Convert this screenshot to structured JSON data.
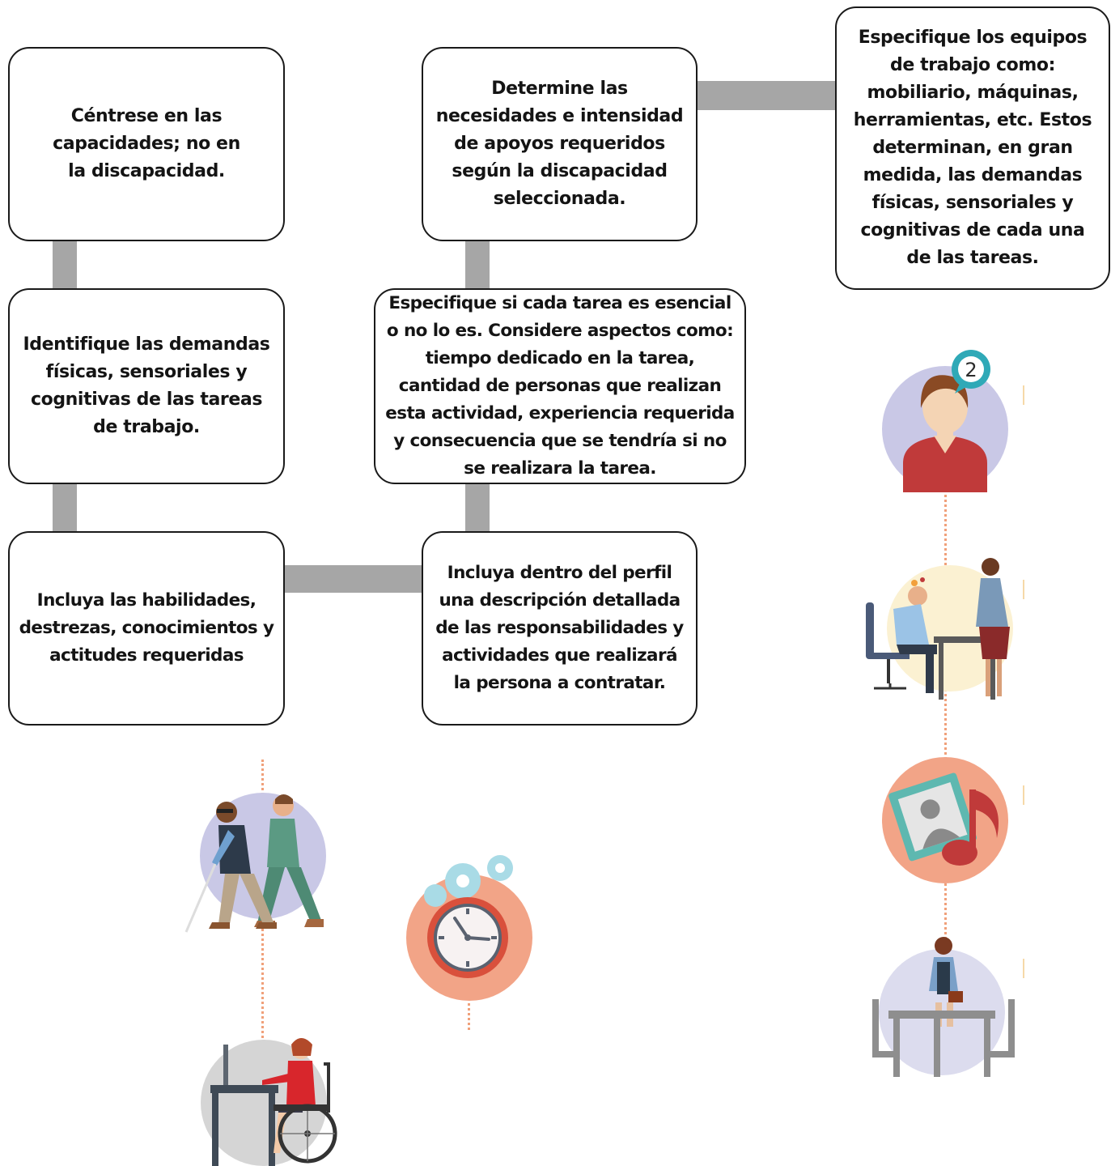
{
  "colors": {
    "connector": "#a6a6a6",
    "box_border": "#1a1a1a",
    "text": "#141414",
    "dotted_line": "#f0a07a",
    "circle_lavender": "#c9c8e6",
    "circle_salmon": "#f2a487",
    "circle_cream": "#fbf1d2",
    "circle_grey": "#d5d5d5"
  },
  "boxes": {
    "capacidades": "Céntrese en las capacidades; no en la discapacidad.",
    "demandas": "Identifique las demandas físicas, sensoriales y cognitivas de las tareas de trabajo.",
    "habilidades": "Incluya las habilidades, destrezas, conocimientos y actitudes requeridas",
    "necesidades": "Determine las necesidades e intensidad de apoyos requeridos según la discapacidad seleccionada.",
    "esencial": "Especifique si cada tarea es esencial o no lo es. Considere aspectos como: tiempo dedicado en la tarea, cantidad de personas que realizan esta actividad, experiencia requerida y consecuencia que se tendría si no se realizara la tarea.",
    "perfil": "Incluya dentro del perfil una descripción detallada de las responsabilidades y actividades que realizará la persona a contratar.",
    "equipos": "Especifique los equipos de trabajo como: mobiliario, máquinas, herramientas, etc. Estos determinan, en gran medida, las demandas físicas, sensoriales y cognitivas de cada una de las tareas."
  },
  "icons": {
    "avatar_badge_number": "2",
    "names": [
      "person-with-cane-assisted-icon",
      "wheelchair-user-at-desk-icon",
      "clock-with-gears-icon",
      "user-avatar-icon",
      "stressed-office-worker-icon",
      "photo-and-music-note-icon",
      "woman-at-meeting-table-icon"
    ]
  }
}
